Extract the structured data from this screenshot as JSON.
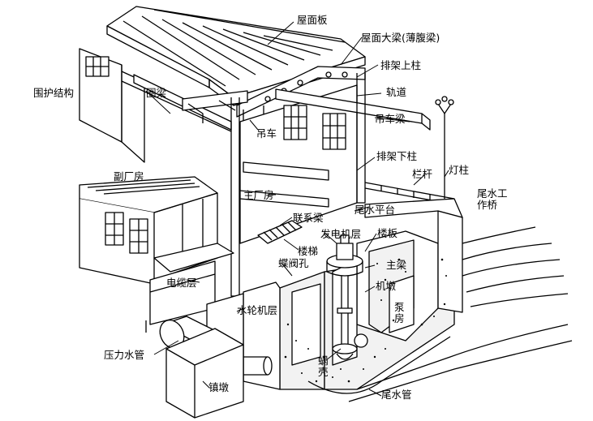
{
  "colors": {
    "ink": "#000000",
    "paper": "#ffffff",
    "concrete_fill": "#f2f2f2"
  },
  "labels": {
    "roof_slab": "屋面板",
    "roof_girder": "屋面大梁(薄腹梁)",
    "bent_upper_column": "排架上柱",
    "enclosure_structure": "围护结构",
    "ring_beam": "圈梁",
    "rail": "轨道",
    "crane": "吊车",
    "crane_beam": "吊车梁",
    "bent_lower_column": "排架下柱",
    "auxiliary_building": "副厂房",
    "railing": "栏杆",
    "lamp_post": "灯柱",
    "main_building": "主厂房",
    "tailwater_platform": "尾水平台",
    "tailwater_bridge": "尾水工作桥",
    "tie_beam": "联系梁",
    "stairs": "楼梯",
    "generator_floor": "发电机层",
    "floor_slab": "楼板",
    "main_beam": "主梁",
    "butterfly_valve_hole": "蝶阀孔",
    "machine_pier": "机墩",
    "cable_floor": "电缆层",
    "pump_room": "泵房",
    "turbine_floor": "水轮机层",
    "penstock": "压力水管",
    "spiral_case": "蜗壳",
    "anchor_block": "镇墩",
    "draft_tube": "尾水管"
  }
}
